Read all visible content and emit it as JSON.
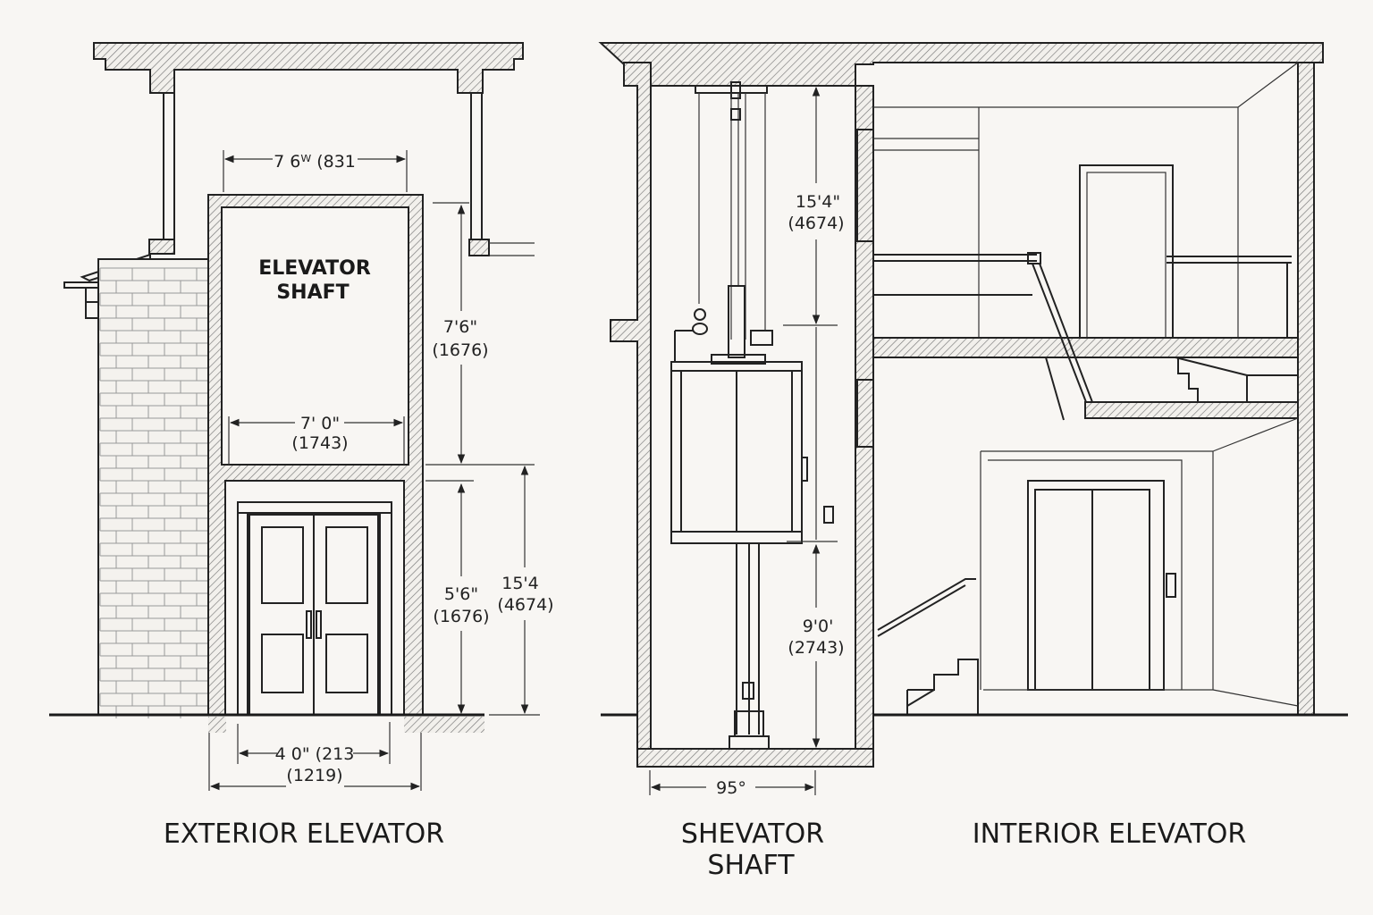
{
  "exterior": {
    "title": "EXTERIOR ELEVATOR",
    "shaft_label_line1": "ELEVATOR",
    "shaft_label_line2": "SHAFT",
    "dim_top_width": "7 6ᵂ (831",
    "dim_inner_width": "7' 0\"",
    "dim_inner_width_mm": "(1743)",
    "dim_upper_height": "7'6\"",
    "dim_upper_height_mm": "(1676)",
    "dim_lower_height": "5'6\"",
    "dim_lower_height_mm": "(1676)",
    "dim_total_height": "15'4",
    "dim_total_height_mm": "(4674)",
    "dim_door_width": "4 0\" (213",
    "dim_door_width_mm": "(1219)"
  },
  "shaft": {
    "title_line1": "SΗEVATOR",
    "title_line2": "SHAFT",
    "dim_overhead": "15'4\"",
    "dim_overhead_mm": "(4674)",
    "dim_pit_travel": "9'0'",
    "dim_pit_travel_mm": "(2743)",
    "dim_width": "95°"
  },
  "interior": {
    "title": "INTERIOR ELEVATOR"
  }
}
